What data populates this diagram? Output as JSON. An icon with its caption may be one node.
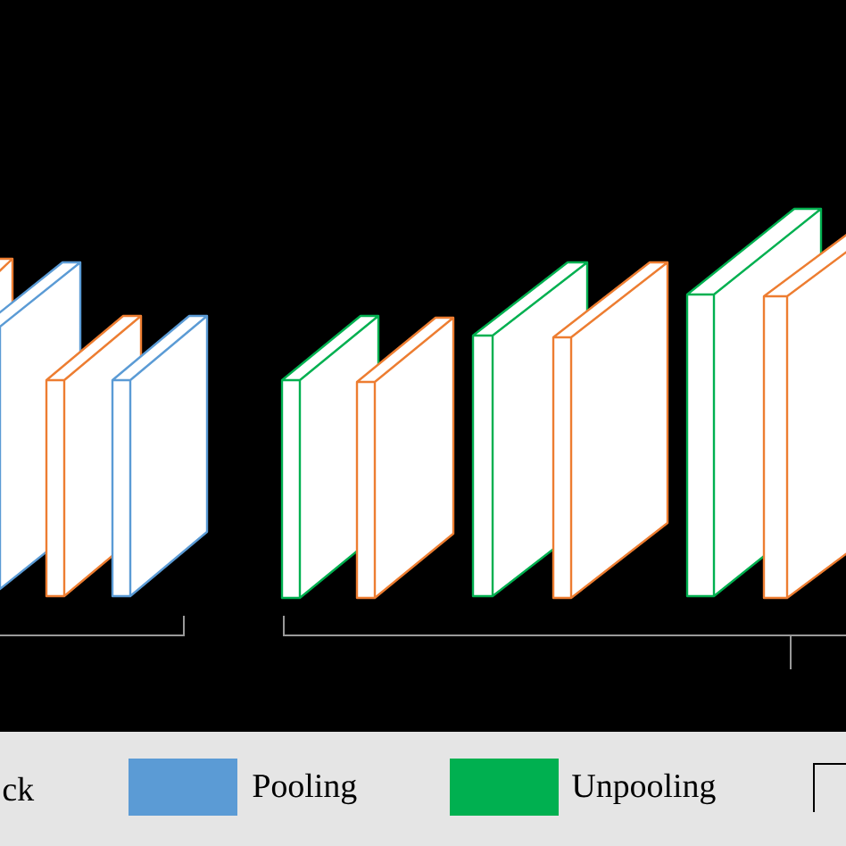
{
  "diagram": {
    "labels": [
      "ck"
    ],
    "legend": [
      {
        "text": "Pooling",
        "color": "#5b9bd5"
      },
      {
        "text": "Unpooling",
        "color": "#00b050"
      }
    ]
  }
}
